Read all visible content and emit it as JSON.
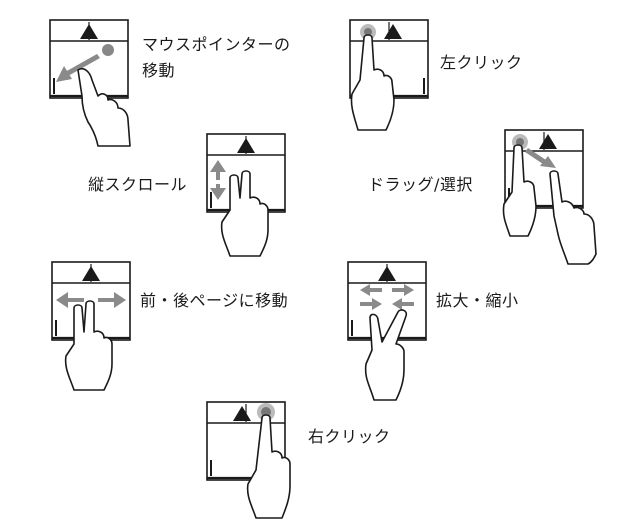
{
  "gestures": {
    "move_pointer": {
      "label_line1": "マウスポインターの",
      "label_line2": "移動"
    },
    "left_click": {
      "label": "左クリック"
    },
    "vertical_scroll": {
      "label": "縦スクロール"
    },
    "drag_select": {
      "label": "ドラッグ/選択"
    },
    "back_forward": {
      "label": "前・後ページに移動"
    },
    "zoom": {
      "label": "拡大・縮小"
    },
    "right_click": {
      "label": "右クリック"
    }
  },
  "colors": {
    "line": "#1a1a1a",
    "arrow_gray": "#8a8a8a",
    "dot_gray": "#888888"
  }
}
